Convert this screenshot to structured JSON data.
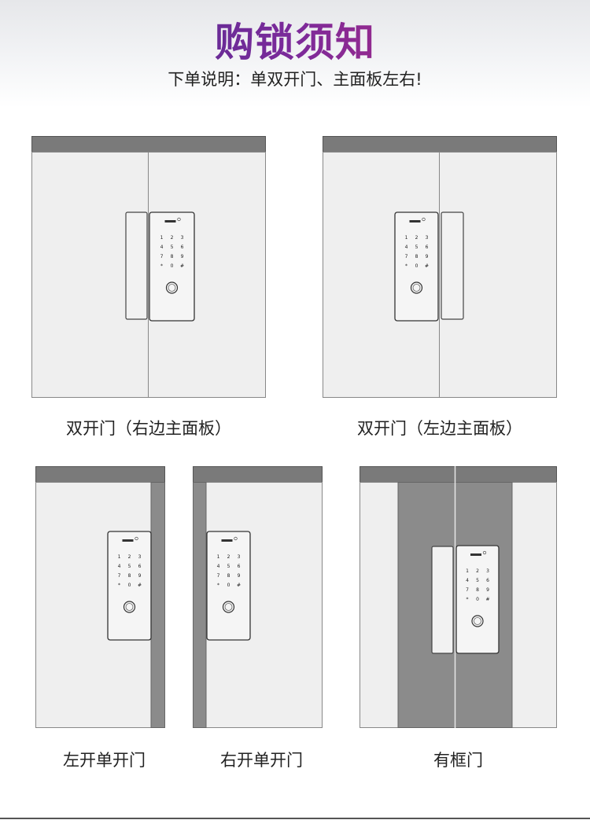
{
  "header": {
    "title": "购锁须知",
    "subtitle": "下单说明：单双开门、主面板左右!"
  },
  "keypad": [
    "1",
    "2",
    "3",
    "4",
    "5",
    "6",
    "7",
    "8",
    "9",
    "*",
    "0",
    "#"
  ],
  "diagrams": [
    {
      "id": "double-right",
      "caption": "双开门（右边主面板）"
    },
    {
      "id": "double-left",
      "caption": "双开门（左边主面板）"
    },
    {
      "id": "single-left",
      "caption": "左开单开门"
    },
    {
      "id": "single-right",
      "caption": "右开单开门"
    },
    {
      "id": "framed",
      "caption": "有框门"
    }
  ],
  "colors": {
    "door_fill": "#efefef",
    "top_bar": "#7a7a7a",
    "frame_dark": "#8b8b8b",
    "outline": "#555555",
    "title_start": "#3b2f8e",
    "title_end": "#cc2a73"
  }
}
